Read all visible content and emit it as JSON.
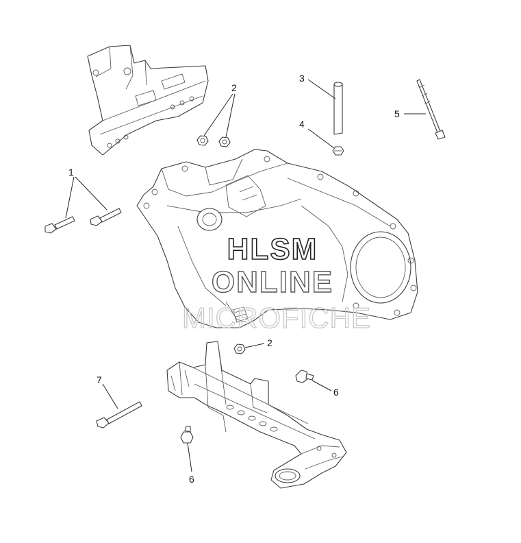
{
  "callouts": {
    "c1": "1",
    "c2_top": "2",
    "c2_mid": "2",
    "c3": "3",
    "c4": "4",
    "c5": "5",
    "c6_right": "6",
    "c6_bottom": "6",
    "c7": "7"
  },
  "watermark": {
    "line1": "HLSM",
    "line2": "ONLINE",
    "line3": "MICROFICHE"
  }
}
